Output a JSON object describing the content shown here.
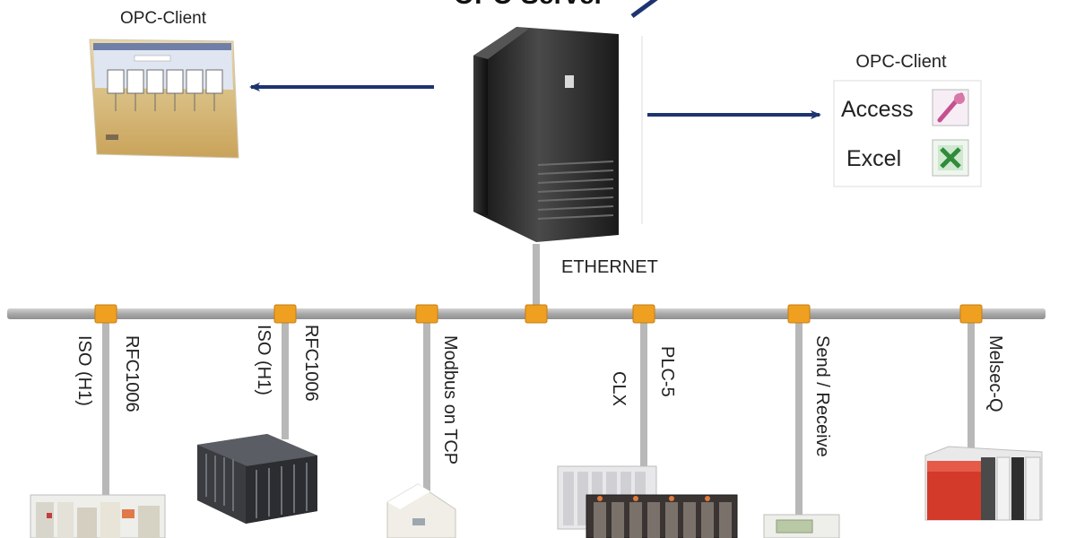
{
  "server": {
    "title": "OPC-Server"
  },
  "client_left": {
    "label": "OPC-Client"
  },
  "client_right": {
    "label": "OPC-Client",
    "apps": [
      {
        "label": "Access",
        "icon": "access-icon"
      },
      {
        "label": "Excel",
        "icon": "excel-icon"
      }
    ]
  },
  "network": {
    "label": "ETHERNET"
  },
  "devices": [
    {
      "protocols": [
        "ISO (H1)",
        "RFC1006"
      ],
      "device": "io-module"
    },
    {
      "protocols": [
        "ISO (H1)",
        "RFC1006"
      ],
      "device": "plc-rack"
    },
    {
      "protocols": [
        "Modbus on TCP"
      ],
      "device": "modbus-coupler"
    },
    {
      "protocols": [
        "CLX",
        "PLC-5"
      ],
      "device": "rockwell-racks"
    },
    {
      "protocols": [
        "Send / Receive"
      ],
      "device": "terminal-panel"
    },
    {
      "protocols": [
        "Melsec-Q"
      ],
      "device": "melsec-plc"
    }
  ],
  "colors": {
    "arrow": "#1d3470",
    "bus": "#b4b4b4",
    "connector": "#f0a020",
    "server_body": "#2a2a2a",
    "access_icon": "#c64f8f",
    "excel_icon": "#2e8b3a"
  }
}
